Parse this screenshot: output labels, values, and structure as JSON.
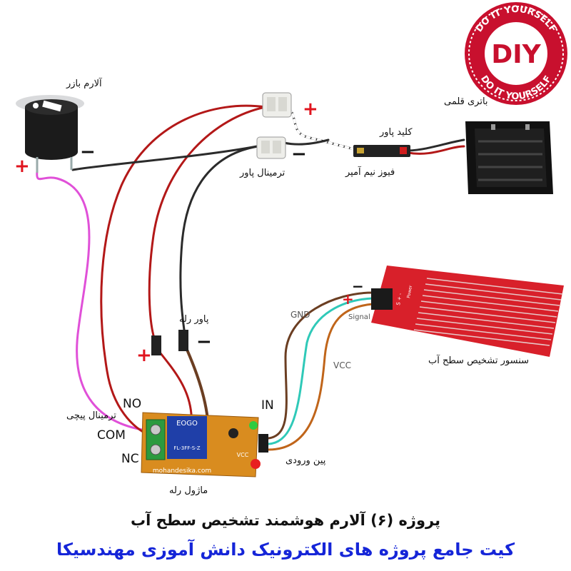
{
  "badge": {
    "ring_text": "DO IT YOURSELF",
    "center_text": "DIY"
  },
  "labels": {
    "buzzer": "آلارم بازر",
    "battery": "باتری قلمی",
    "power_key": "کلید پاور",
    "fuse": "فیوز نیم آمپر",
    "power_terminal": "ترمینال پاور",
    "relay_power": "پاور رله",
    "screw_terminal": "ترمینال پیچی",
    "relay_module": "ماژول رله",
    "input_pins": "پین ورودی",
    "sensor": "سنسور تشخیص  سطح آب",
    "gnd": "GND",
    "vcc": "VCC",
    "signal": "Signal",
    "no": "NO",
    "com": "COM",
    "nc": "NC",
    "in": "IN"
  },
  "board": {
    "brand": "EOGO",
    "relay_model": "FL-3FF-S-Z",
    "site": "mohandesika.com",
    "vcc_pin": "VCC",
    "sensor_pins": "S + -",
    "sensor_power": "Power"
  },
  "polarity": {
    "plus": "+",
    "minus": "−"
  },
  "colors": {
    "red_wire": "#b31818",
    "black_wire": "#2b2b2b",
    "pink_wire": "#e050d8",
    "cyan_wire": "#2fc9b8",
    "orange_wire": "#c0651a",
    "brown_wire": "#6b3e22",
    "title_blue": "#1525d8"
  },
  "title": "پروژه (۶) آلارم هوشمند تشخیص سطح آب",
  "subtitle": "کیت جامع پروژه های الکترونیک دانش آموزی مهندسیکا"
}
